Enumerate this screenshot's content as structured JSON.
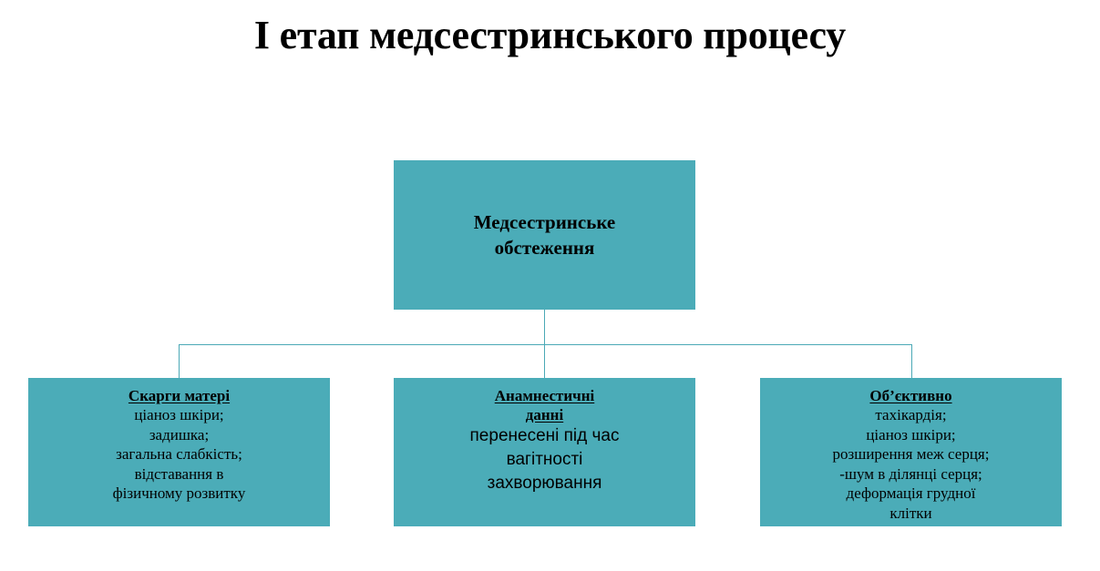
{
  "slide": {
    "title": "І етап медсестринського процесу",
    "background_color": "#ffffff",
    "box_color": "#4BACB8",
    "connector_color": "#4BA9B6",
    "text_color": "#000000"
  },
  "diagram": {
    "root": {
      "line1": "Медсестринське",
      "line2": "обстеження"
    },
    "children": [
      {
        "heading_line1": "Скарги матері",
        "heading_line2": "",
        "body": [
          "ціаноз шкіри;",
          "задишка;",
          "загальна слабкість;",
          "відставання в",
          "фізичному розвитку"
        ]
      },
      {
        "heading_line1": "Анамнестичні",
        "heading_line2": "данні",
        "body": [
          "перенесені під час",
          "вагітності",
          "захворювання"
        ]
      },
      {
        "heading_line1": "Об’єктивно",
        "heading_line2": "",
        "body": [
          "тахікардія;",
          "ціаноз шкіри;",
          "розширення меж серця;",
          "-шум в ділянці серця;",
          "деформація грудної",
          "клітки"
        ]
      }
    ]
  }
}
